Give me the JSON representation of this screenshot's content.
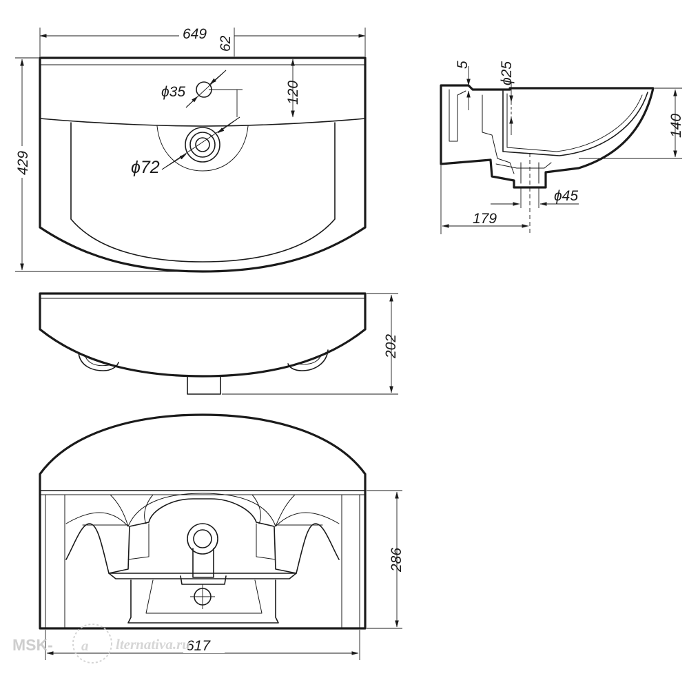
{
  "views": {
    "top": {
      "overall_width": "649",
      "tap_offset": "62",
      "tap_to_drain": "120",
      "overall_depth": "429",
      "tap_hole": "ϕ35",
      "drain_hole": "ϕ72"
    },
    "side": {
      "rim": "5",
      "overflow_hole": "ϕ25",
      "height": "140",
      "wall_to_drain": "179",
      "outlet": "ϕ45"
    },
    "front": {
      "total_height": "202"
    },
    "bottom": {
      "cabinet_depth": "286",
      "cabinet_width": "617"
    }
  },
  "watermark": {
    "brand": "MSK-",
    "logo_letter": "a",
    "suffix": "lternativa.ru"
  }
}
